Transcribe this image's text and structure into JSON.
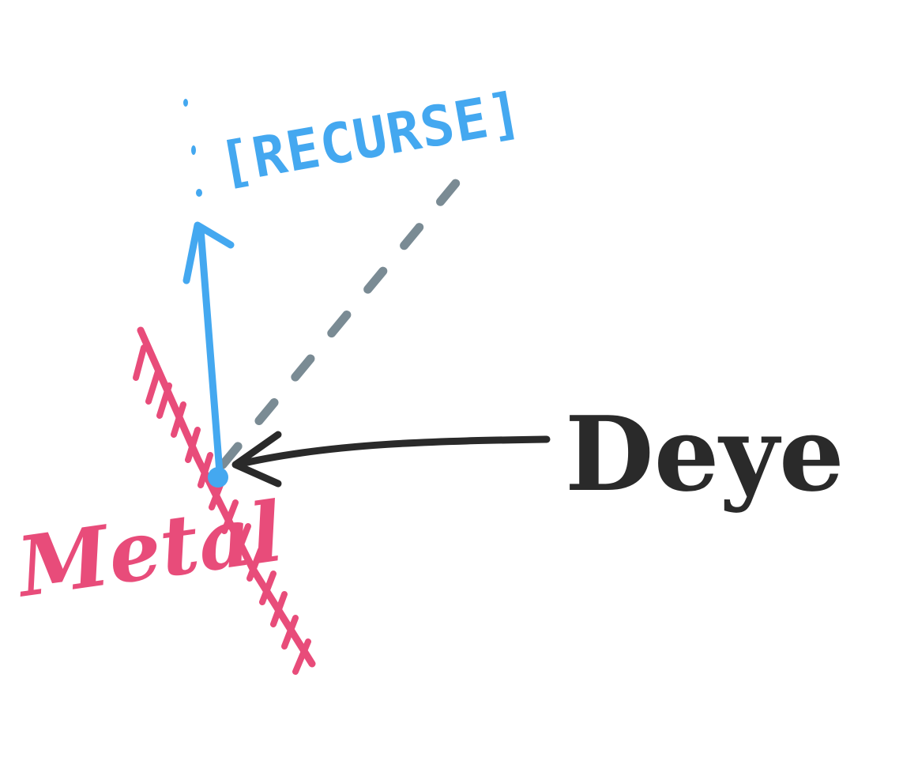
{
  "labels": {
    "recurse": "[RECURSE]",
    "metal": "Metal",
    "eye": "Deye"
  },
  "colors": {
    "reflected_ray": "#44A8F0",
    "surface": "#E84C7A",
    "incident_ray": "#2A2A2A",
    "dashed_ray": "#7A8B94",
    "hit_point": "#44A8F0",
    "background": "#FFFFFF"
  },
  "icons": {
    "incident_arrowhead": "arrow-left-icon",
    "reflected_arrowhead": "arrow-up-icon"
  }
}
